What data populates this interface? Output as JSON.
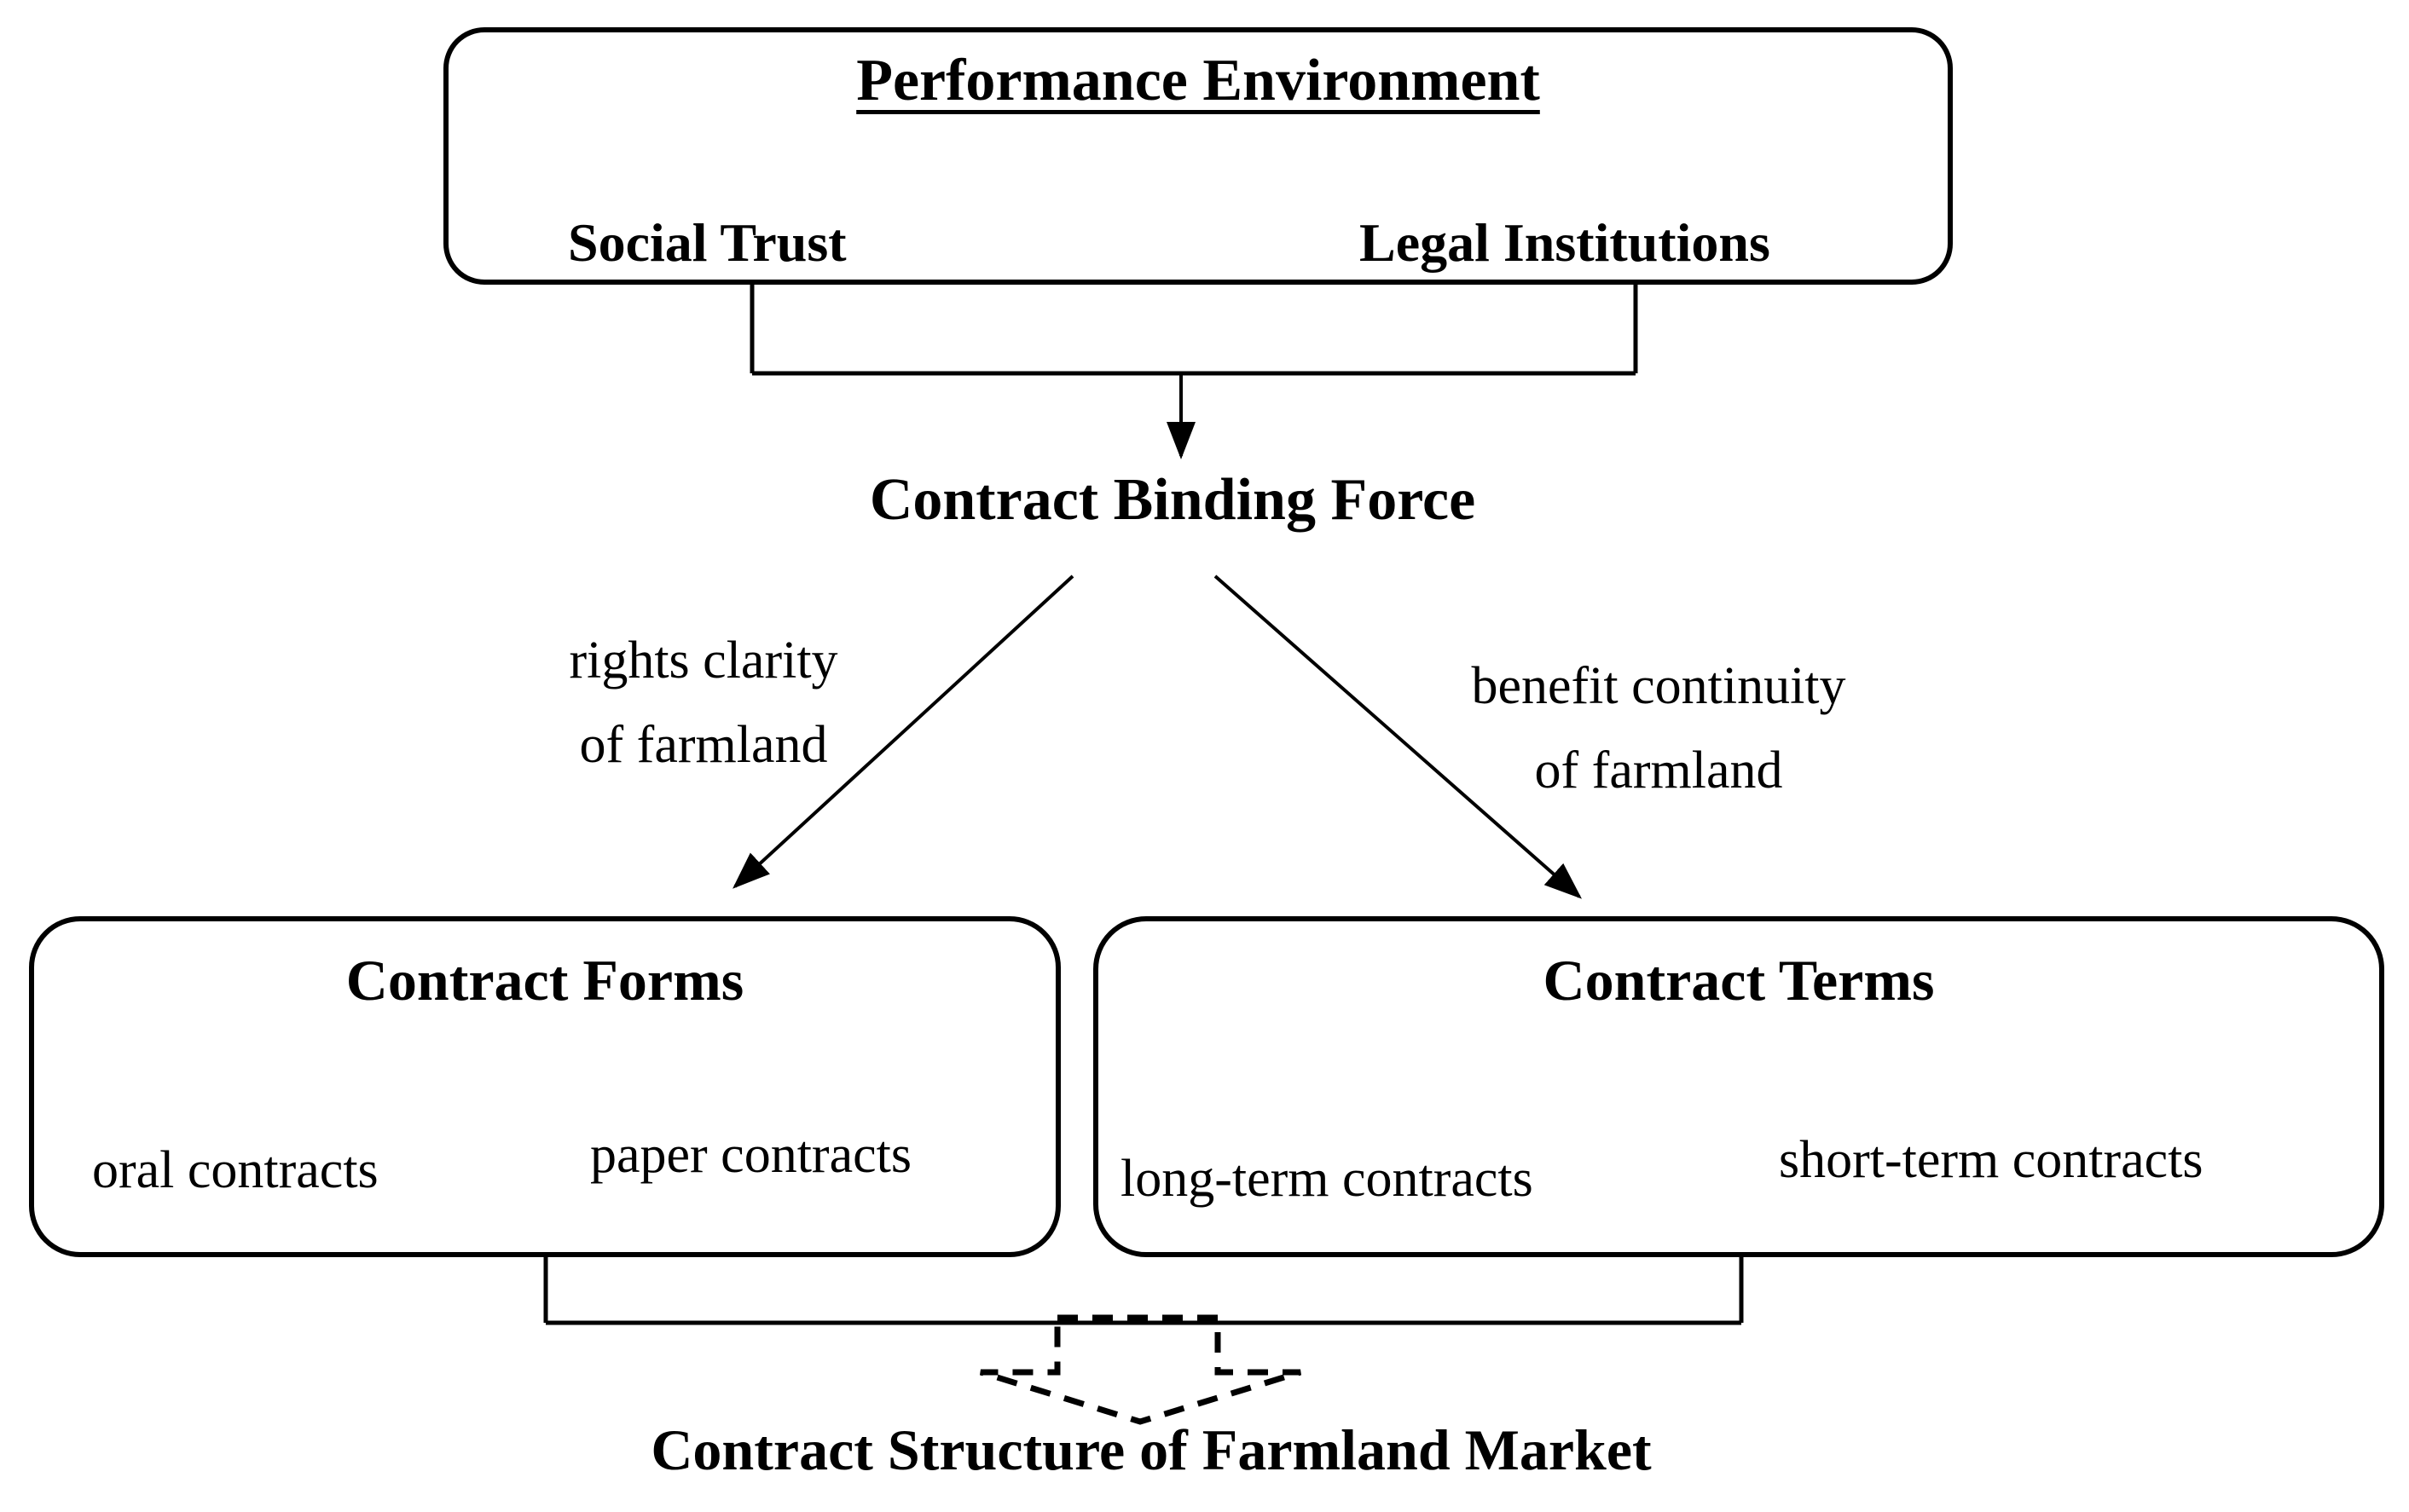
{
  "colors": {
    "background": "#ffffff",
    "ink": "#000000"
  },
  "top_box": {
    "title": "Performance Environment",
    "left_item": "Social Trust",
    "right_item": "Legal Institutions"
  },
  "center_node": {
    "label": "Contract Binding Force"
  },
  "edge_labels": {
    "left": "rights clarity\nof farmland",
    "right": "benefit continuity\nof farmland"
  },
  "forms_box": {
    "title": "Contract Forms",
    "left_item": "oral contracts",
    "right_item": "paper contracts"
  },
  "terms_box": {
    "title": "Contract Terms",
    "left_item": "long-term contracts",
    "right_item": "short-term contracts"
  },
  "outcome": {
    "label": "Contract Structure of Farmland Market"
  }
}
